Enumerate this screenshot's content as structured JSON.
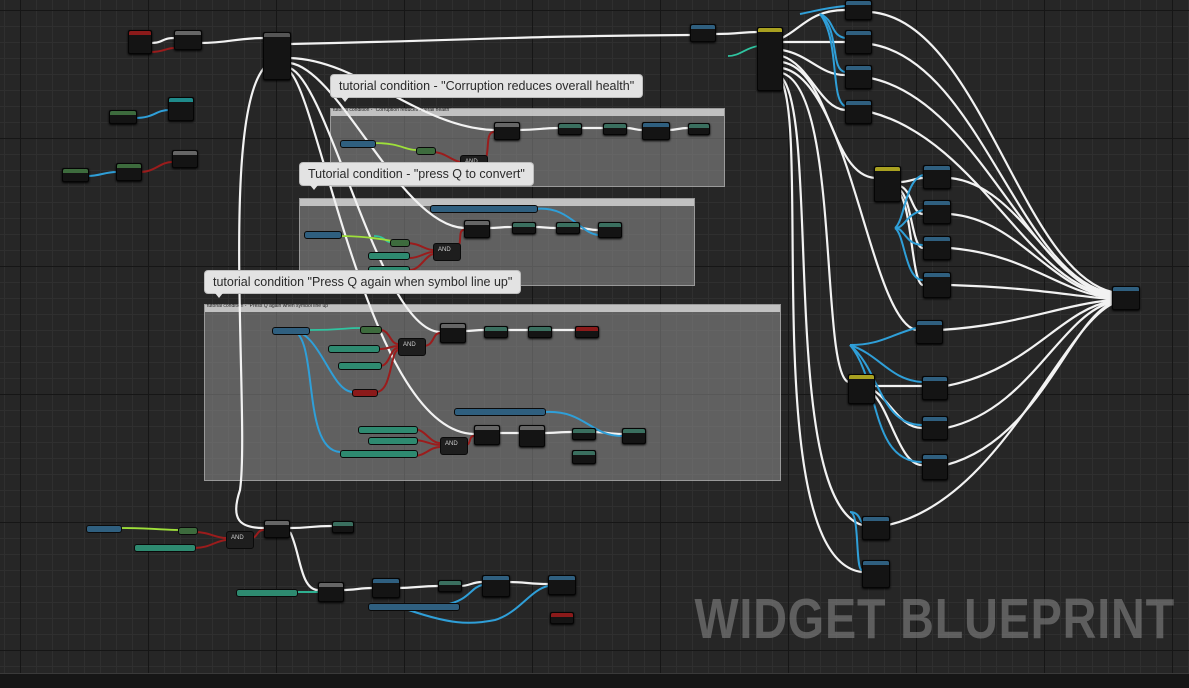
{
  "editor": {
    "watermark": "WIDGET BLUEPRINT"
  },
  "comments": [
    {
      "bubble": "tutorial condition - \"Corruption reduces overall health\"",
      "header": "tutorial condition - \"Corruption reduces overall health\""
    },
    {
      "bubble": "Tutorial condition - \"press Q to convert\"",
      "header": ""
    },
    {
      "bubble": "tutorial condition \"Press Q again when symbol line up\"",
      "header": "tutorial condition - \"Press Q again when symbol line up\""
    }
  ],
  "and_label": "AND",
  "pin_colors": {
    "exec": "#f2f2f2",
    "object": "#2f9fd8",
    "boolean": "#9b1c1c",
    "integer": "#2fc4a0",
    "float": "#9ee03a",
    "struct": "#3a6fb0"
  }
}
